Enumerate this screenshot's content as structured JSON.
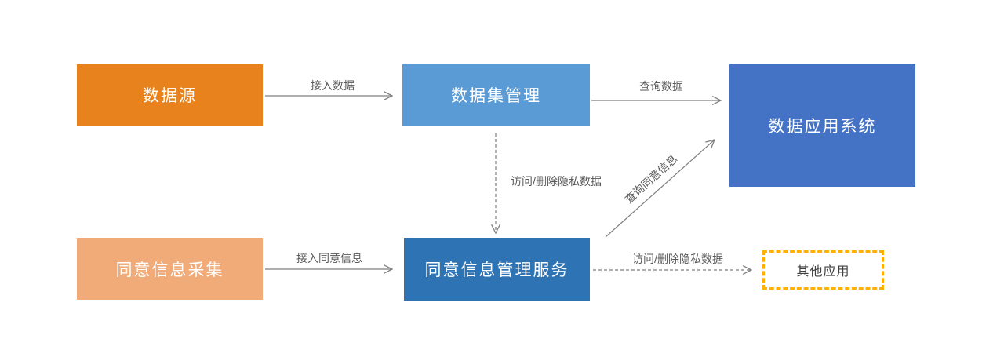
{
  "diagram": {
    "nodes": [
      {
        "id": "data-source",
        "label": "数据源",
        "bg": "#E8821D",
        "text_color": "#FFFFFF"
      },
      {
        "id": "dataset-management",
        "label": "数据集管理",
        "bg": "#5B9BD5",
        "text_color": "#FFFFFF"
      },
      {
        "id": "data-application-system",
        "label": "数据应用系统",
        "bg": "#4472C4",
        "text_color": "#FFFFFF"
      },
      {
        "id": "consent-info-collection",
        "label": "同意信息采集",
        "bg": "#F0AB79",
        "text_color": "#FFFFFF"
      },
      {
        "id": "consent-management-service",
        "label": "同意信息管理服务",
        "bg": "#2E74B5",
        "text_color": "#FFFFFF"
      },
      {
        "id": "other-applications",
        "label": "其他应用",
        "bg": "#FFFFFF",
        "border_color": "#FFB000",
        "text_color": "#404040"
      }
    ],
    "edges": [
      {
        "from": "data-source",
        "to": "dataset-management",
        "label": "接入数据",
        "style": "solid"
      },
      {
        "from": "dataset-management",
        "to": "data-application-system",
        "label": "查询数据",
        "style": "solid"
      },
      {
        "from": "dataset-management",
        "to": "consent-management-service",
        "label": "访问/删除隐私数据",
        "style": "dashed"
      },
      {
        "from": "consent-management-service",
        "to": "data-application-system",
        "label": "查询同意信息",
        "style": "solid"
      },
      {
        "from": "consent-info-collection",
        "to": "consent-management-service",
        "label": "接入同意信息",
        "style": "solid"
      },
      {
        "from": "consent-management-service",
        "to": "other-applications",
        "label": "访问/删除隐私数据",
        "style": "dashed"
      }
    ],
    "colors": {
      "arrow": "#7F7F7F",
      "edge_label": "#595959",
      "canvas_bg": "#FFFFFF"
    }
  }
}
